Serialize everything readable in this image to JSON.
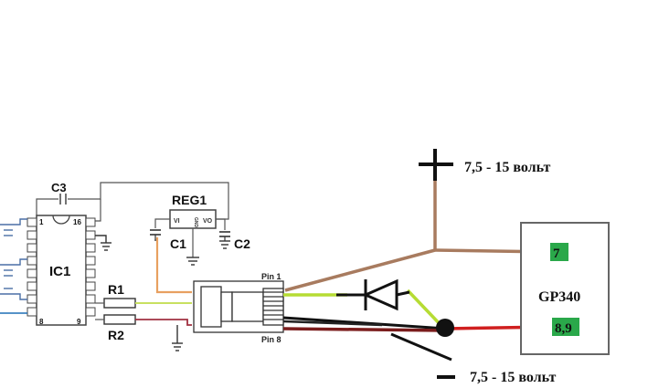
{
  "labels": {
    "c3": "C3",
    "reg1": "REG1",
    "reg_vi": "VI",
    "reg_gnd": "GND",
    "reg_vo": "VO",
    "c1": "C1",
    "c2": "C2",
    "ic1": "IC1",
    "pin_1": "1",
    "pin_16": "16",
    "pin_8": "8",
    "pin_9": "9",
    "r1": "R1",
    "r2": "R2",
    "connector_pin1": "Pin 1",
    "connector_pin8": "Pin 8",
    "plus_sign": "+",
    "minus_sign": "–",
    "voltage_plus": "7,5 - 15 вольт",
    "voltage_minus": "7,5 - 15 вольт",
    "device_name": "GP340",
    "device_pin_7": "7",
    "device_pin_89": "8,9"
  },
  "colors": {
    "wire_brown": "#a87b5f",
    "wire_yellow_green": "#b6dc34",
    "wire_dark_red": "#7a1c1c",
    "wire_red": "#d01f1f",
    "wire_orange": "#e8a060",
    "pin_highlight": "#2aa84a",
    "schematic_line": "#444444"
  }
}
